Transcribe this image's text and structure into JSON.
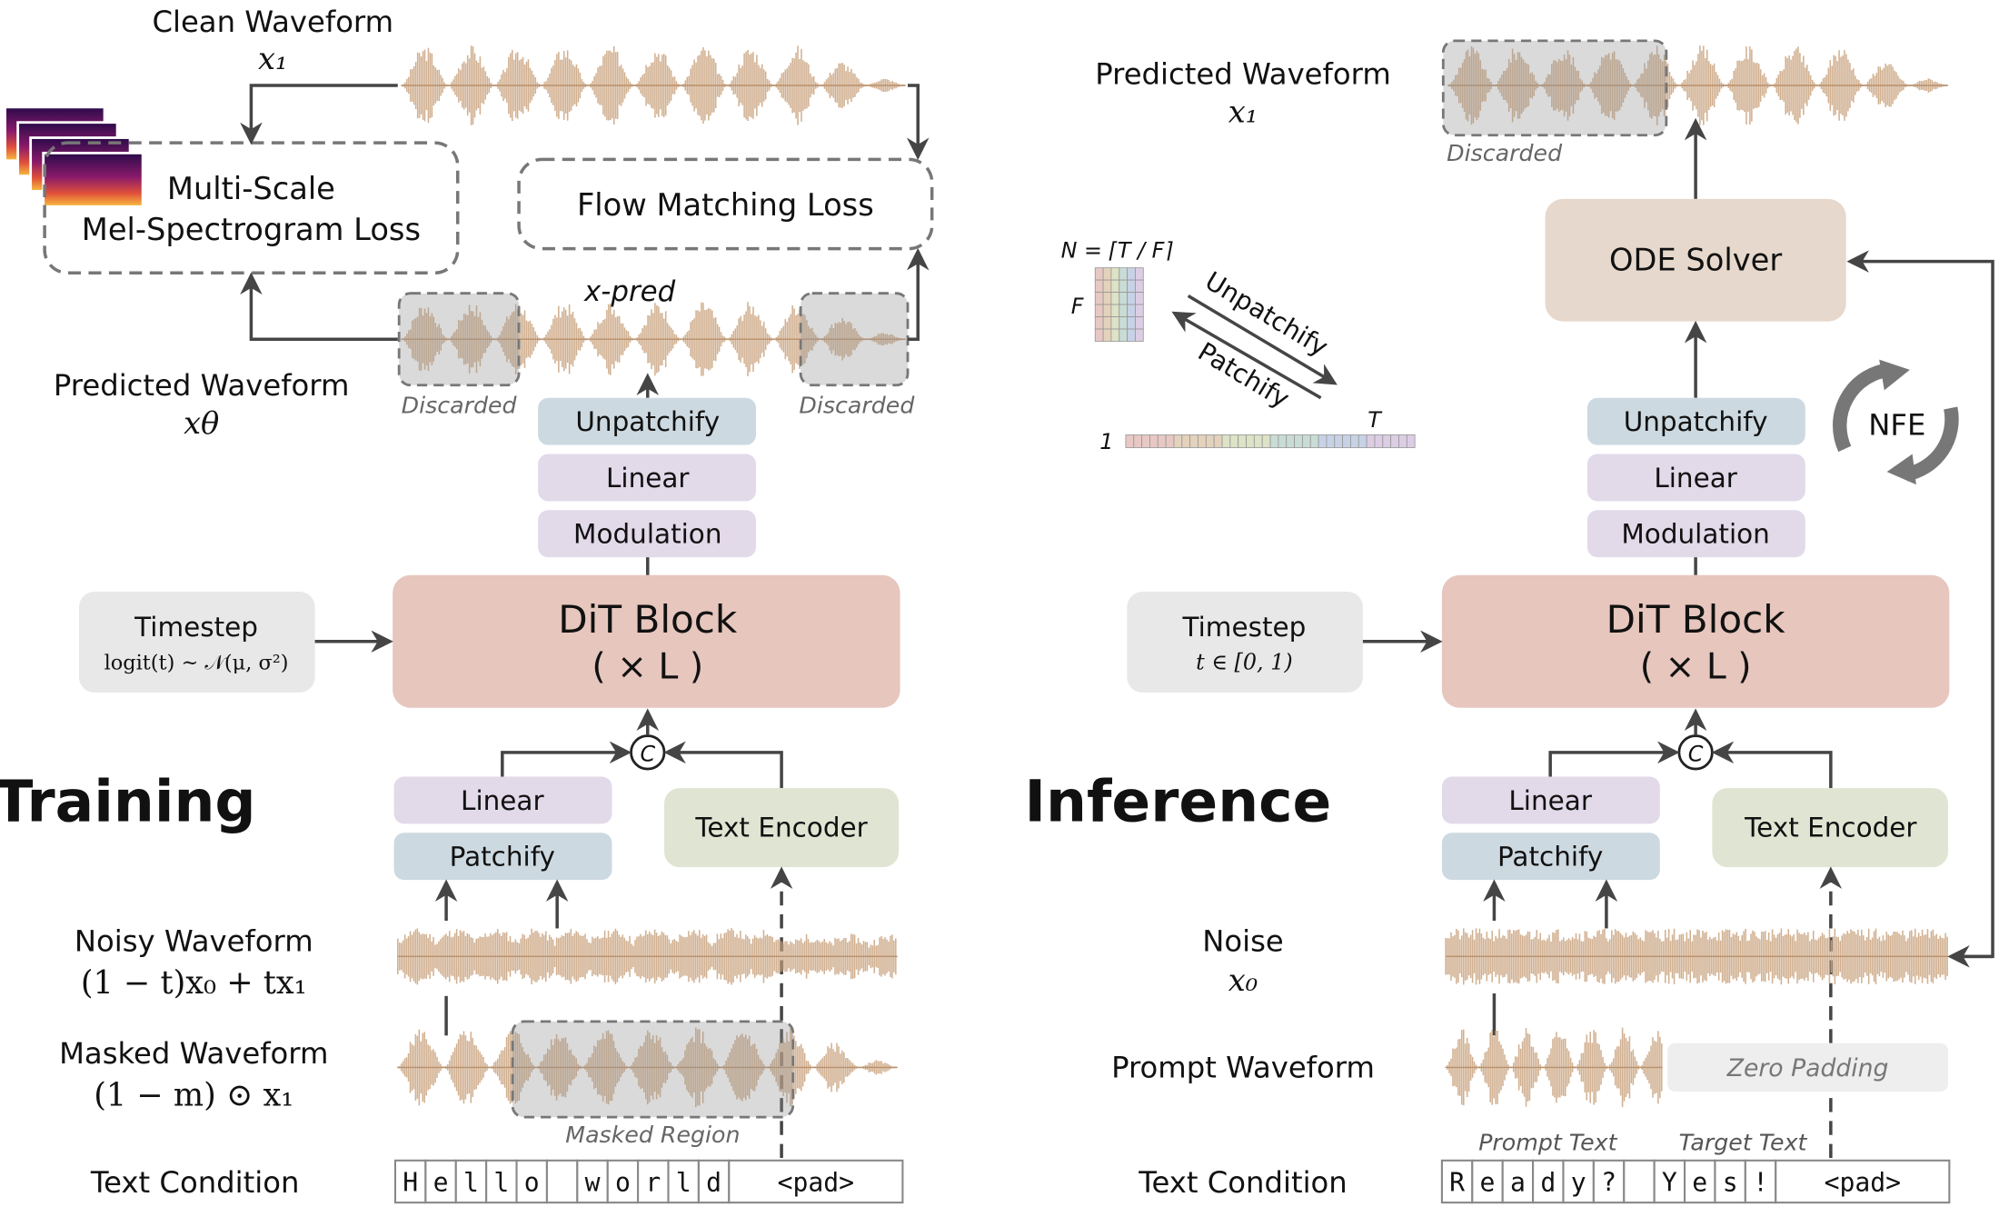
{
  "training": {
    "title": "Training",
    "clean_waveform": "Clean Waveform",
    "clean_symbol": "x₁",
    "multi_scale_loss_line1": "Multi-Scale",
    "multi_scale_loss_line2": "Mel-Spectrogram Loss",
    "flow_matching_loss": "Flow Matching Loss",
    "x_pred": "x-pred",
    "predicted_waveform": "Predicted Waveform",
    "predicted_symbol": "xθ",
    "discarded_left": "Discarded",
    "discarded_right": "Discarded",
    "unpatchify": "Unpatchify",
    "linear_top": "Linear",
    "modulation": "Modulation",
    "dit_line1": "DiT Block",
    "dit_line2": "( × L )",
    "timestep": "Timestep",
    "timestep_formula": "logit(t) ~ 𝒩(μ, σ²)",
    "concat": "C",
    "linear_bottom": "Linear",
    "patchify": "Patchify",
    "text_encoder": "Text Encoder",
    "noisy_waveform": "Noisy Waveform",
    "noisy_formula": "(1 − t)x₀ + tx₁",
    "masked_waveform": "Masked Waveform",
    "masked_formula": "(1 − m) ⊙ x₁",
    "masked_region": "Masked Region",
    "text_condition": "Text Condition",
    "tokens": [
      "H",
      "e",
      "l",
      "l",
      "o",
      "",
      "w",
      "o",
      "r",
      "l",
      "d"
    ],
    "pad": "<pad>"
  },
  "patch_inset": {
    "n_formula": "N = ⌈T / F⌉",
    "f_label": "F",
    "one_label": "1",
    "t_label": "T",
    "unpatchify": "Unpatchify",
    "patchify": "Patchify"
  },
  "inference": {
    "title": "Inference",
    "predicted_waveform": "Predicted Waveform",
    "predicted_symbol": "x₁",
    "discarded": "Discarded",
    "ode_solver": "ODE Solver",
    "nfe": "NFE",
    "unpatchify": "Unpatchify",
    "linear_top": "Linear",
    "modulation": "Modulation",
    "dit_line1": "DiT Block",
    "dit_line2": "( × L )",
    "timestep": "Timestep",
    "timestep_formula": "t ∈ [0, 1)",
    "concat": "C",
    "linear_bottom": "Linear",
    "patchify": "Patchify",
    "text_encoder": "Text Encoder",
    "noise": "Noise",
    "noise_symbol": "x₀",
    "prompt_waveform": "Prompt Waveform",
    "zero_padding": "Zero Padding",
    "prompt_text": "Prompt Text",
    "target_text": "Target Text",
    "text_condition": "Text Condition",
    "tokens": [
      "R",
      "e",
      "a",
      "d",
      "y",
      "?",
      "",
      "Y",
      "e",
      "s",
      "!"
    ],
    "pad": "<pad>"
  },
  "colors": {
    "waveform": "#c9a27e",
    "dit": "#e6c6bd",
    "unpatchify": "#cdd9e0",
    "linear_mod": "#e2d9e9",
    "text_encoder": "#dfe5d2",
    "timestep": "#e8e8e8",
    "ode": "#e6d8cc",
    "arrow": "#454545"
  }
}
